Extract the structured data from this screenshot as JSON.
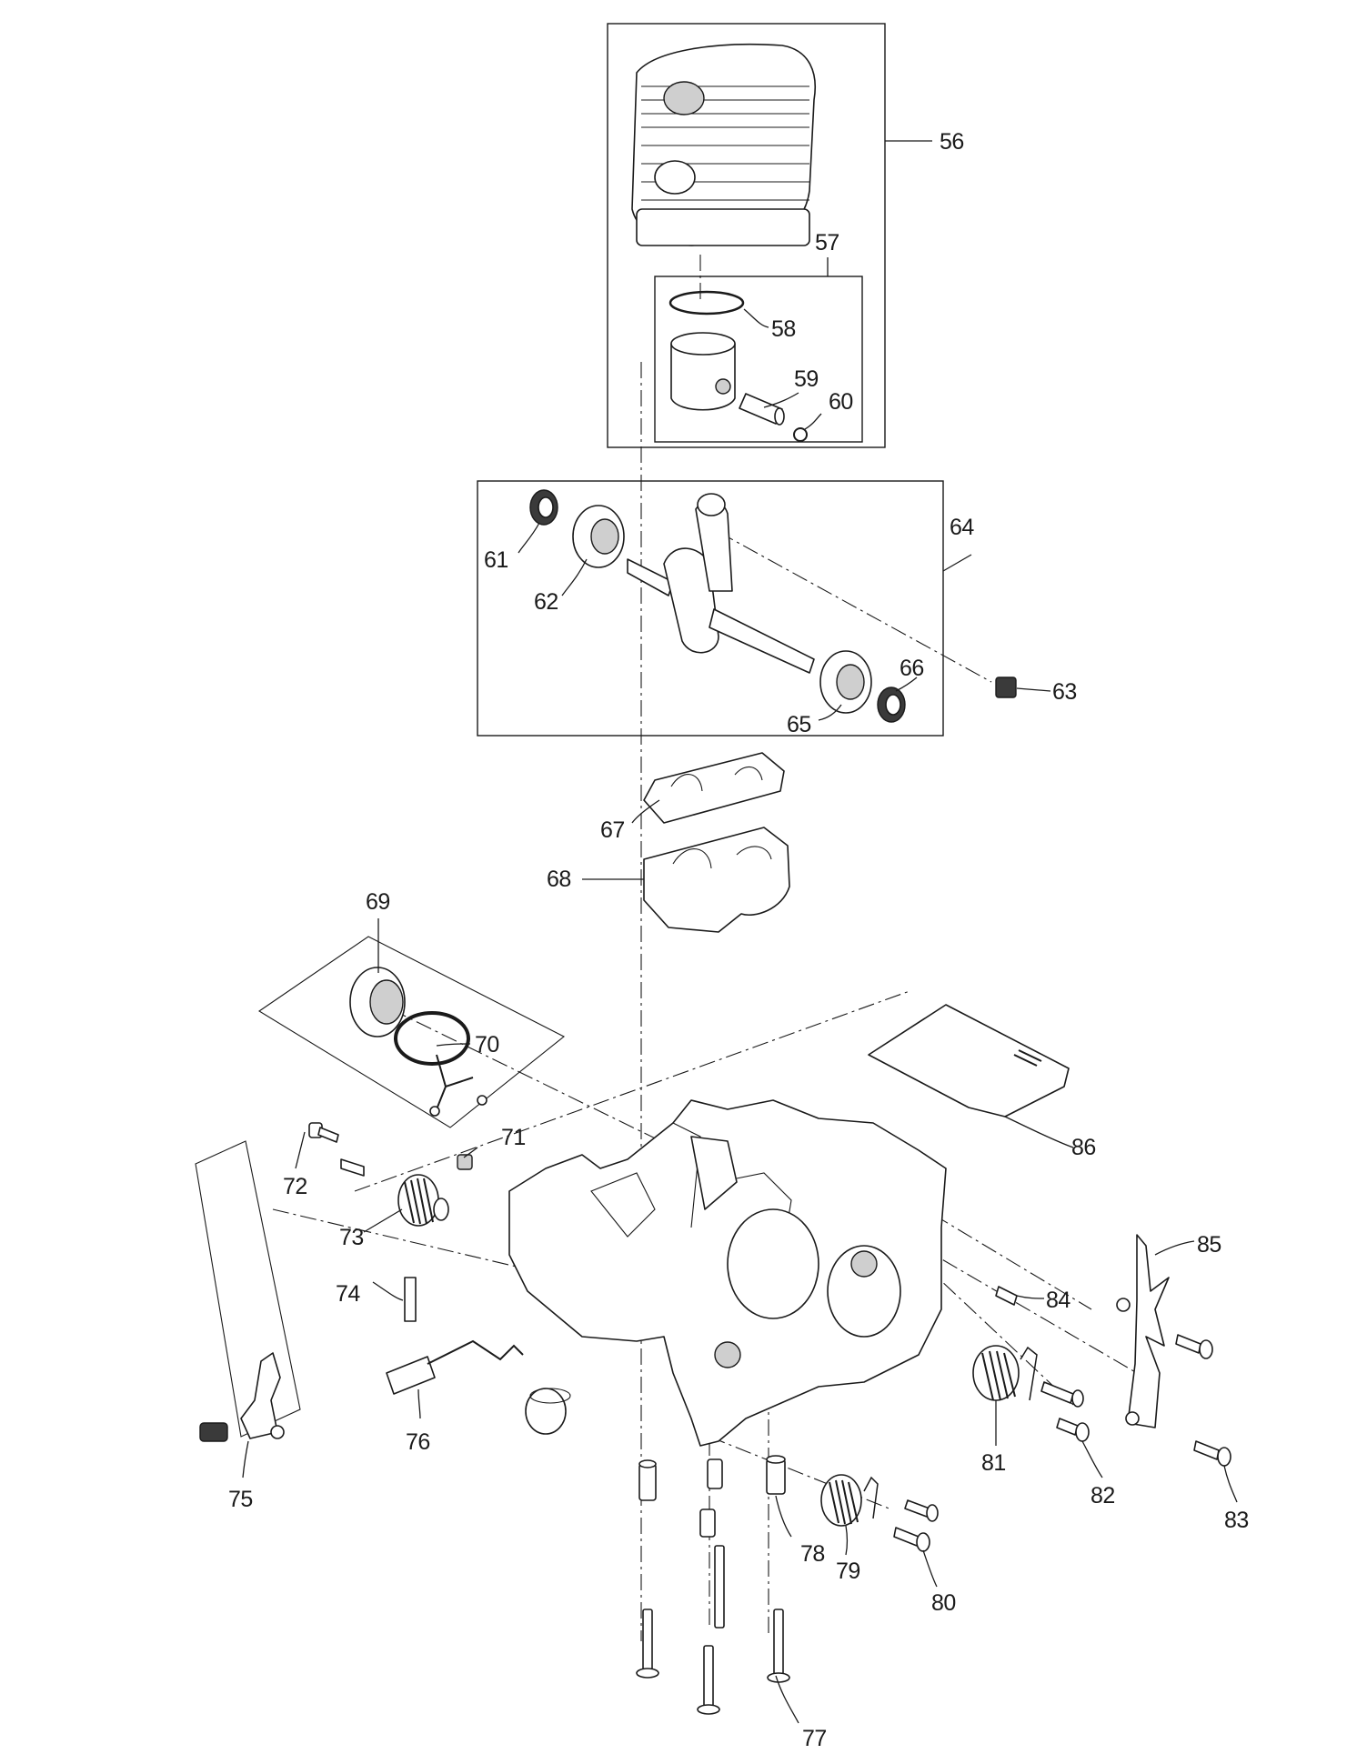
{
  "callouts": [
    {
      "number": "56"
    },
    {
      "number": "57"
    },
    {
      "number": "58"
    },
    {
      "number": "59"
    },
    {
      "number": "60"
    },
    {
      "number": "61"
    },
    {
      "number": "62"
    },
    {
      "number": "63"
    },
    {
      "number": "64"
    },
    {
      "number": "65"
    },
    {
      "number": "66"
    },
    {
      "number": "67"
    },
    {
      "number": "68"
    },
    {
      "number": "69"
    },
    {
      "number": "70"
    },
    {
      "number": "71"
    },
    {
      "number": "72"
    },
    {
      "number": "73"
    },
    {
      "number": "74"
    },
    {
      "number": "75"
    },
    {
      "number": "76"
    },
    {
      "number": "77"
    },
    {
      "number": "78"
    },
    {
      "number": "79"
    },
    {
      "number": "80"
    },
    {
      "number": "81"
    },
    {
      "number": "82"
    },
    {
      "number": "83"
    },
    {
      "number": "84"
    },
    {
      "number": "85"
    },
    {
      "number": "86"
    }
  ]
}
